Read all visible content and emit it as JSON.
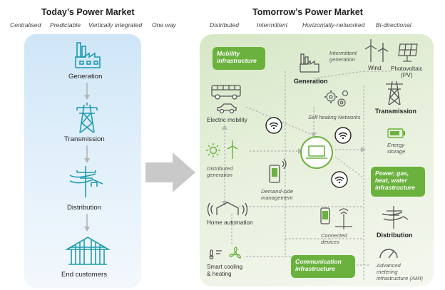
{
  "left": {
    "title": "Today’s Power Market",
    "attributes": [
      "Centralised",
      "Predictable",
      "Vertically integrated",
      "One way"
    ],
    "steps": [
      "Generation",
      "Transmission",
      "Distribution",
      "End customers"
    ]
  },
  "right": {
    "title": "Tomorrow’s Power Market",
    "attributes": [
      "Distributed",
      "Intermittent",
      "Horizontally-networked",
      "Bi-directional"
    ],
    "boxes": {
      "mobility": [
        "Mobility",
        "infrastructure"
      ],
      "power": [
        "Power, gas,",
        "heat, water",
        "infrastructure"
      ],
      "communication": [
        "Communication",
        "infrastructure"
      ]
    },
    "labels": {
      "generation": "Generation",
      "intermittent_generation": [
        "Intermittent",
        "generation"
      ],
      "wind": "Wind",
      "photovoltaic": [
        "Photovoltaic",
        "(PV)"
      ],
      "transmission": "Transmission",
      "electric_mobility": "Electric mobility",
      "self_healing": "Self healing Networks",
      "energy_storage": [
        "Energy",
        "storage"
      ],
      "distributed_generation": [
        "Distributed",
        "generation"
      ],
      "demand_side": [
        "Demand-side",
        "management"
      ],
      "home_automation": "Home automation",
      "connected_devices": [
        "Connected",
        "devices"
      ],
      "distribution": "Distribution",
      "smart_cooling": [
        "Smart cooling",
        "& heating"
      ],
      "ami": [
        "Advanced",
        "metering",
        "infrastructure (AMI)"
      ]
    }
  },
  "colors": {
    "teal": "#1e9bb0",
    "green": "#6ab23d",
    "arrow_gray": "#c9c9c9",
    "connector_gray": "#b8b8b8"
  }
}
